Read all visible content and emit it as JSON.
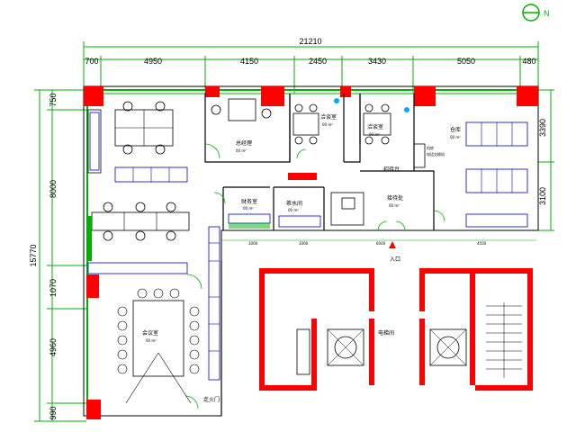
{
  "north_label": "N",
  "dimensions": {
    "total": "21210",
    "top": [
      "700",
      "4950",
      "4150",
      "2450",
      "3430",
      "5050",
      "480"
    ],
    "left_total": "15770",
    "left": [
      "750",
      "8000",
      "1070",
      "4960",
      "990"
    ],
    "right": [
      "3390",
      "3100"
    ],
    "inner": [
      "3000",
      "3000",
      "6000",
      "4500"
    ]
  },
  "rooms": {
    "ceo_office": "总经理",
    "ceo_area": "00 m²",
    "meeting_small_1": "洽谈室",
    "meeting_small_1_area": "00 m²",
    "meeting_small_2": "洽谈室",
    "meeting_small_2_area": "00 m²",
    "warehouse": "仓库",
    "warehouse_area": "00 m²",
    "server": "机房",
    "server_sub": "电话交换机",
    "finance": "财务室",
    "finance_area": "00 m²",
    "pantry": "茶水间",
    "pantry_area": "00 m²",
    "reception_counter": "招待台",
    "reception": "接待处",
    "reception_area": "00 m²",
    "conference": "会议室",
    "conference_area": "00 m²",
    "fire_door": "走火门",
    "elevator_hall": "电梯间",
    "entrance": "入口"
  },
  "colors": {
    "wall": "#ff0000",
    "window": "#00b000",
    "furniture": "#000000",
    "cabinet": "#0000cc",
    "accent": "#00aaff"
  }
}
